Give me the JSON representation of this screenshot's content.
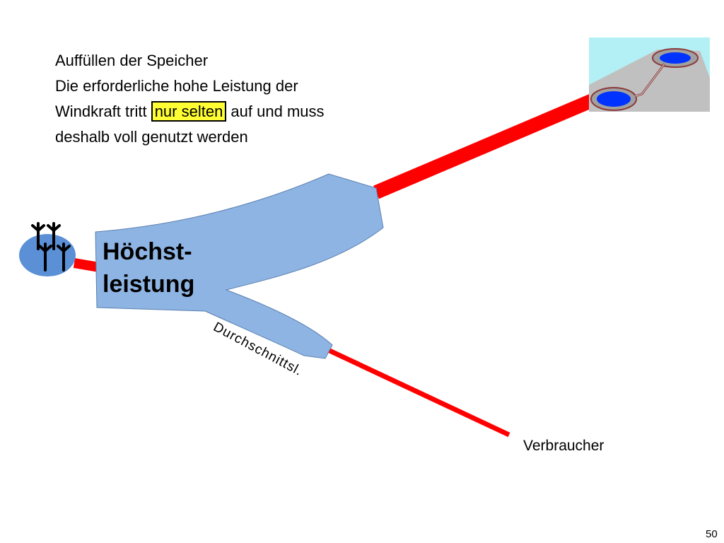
{
  "text": {
    "line1": "Auffüllen der Speicher",
    "line2": "Die erforderliche hohe Leistung der",
    "line3_pre": "Windkraft tritt ",
    "line3_highlight": "nur selten",
    "line3_post": " auf  und muss",
    "line4": "deshalb voll genutzt werden"
  },
  "flow": {
    "main_label_line1": "Höchst-",
    "main_label_line2": "leistung",
    "branch_label": "Durchschnittsl.",
    "consumer_label": "Verbraucher"
  },
  "icons": {
    "wind_farm": "wind-turbines-icon",
    "storage": "pumped-storage-icon"
  },
  "colors": {
    "line_red": "#ff0000",
    "flow_fill": "#8eb4e3",
    "flow_stroke": "#5a7fb0",
    "highlight": "#ffff33",
    "water": "#0033ff",
    "sky": "#b3f0f5",
    "mountain": "#c0c0c0",
    "wind_circle": "#5b8fd6"
  },
  "page_number": "50"
}
